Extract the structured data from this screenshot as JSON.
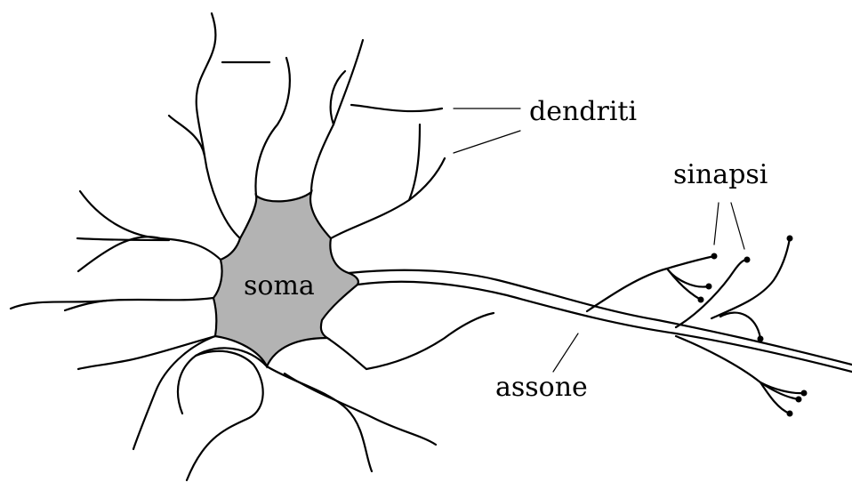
{
  "labels": {
    "soma": "soma",
    "dendrites": "dendriti",
    "synapses": "sinapsi",
    "axon": "assone"
  },
  "colors": {
    "line": "#000000",
    "soma_fill": "#b3b3b3",
    "background": "#ffffff"
  }
}
